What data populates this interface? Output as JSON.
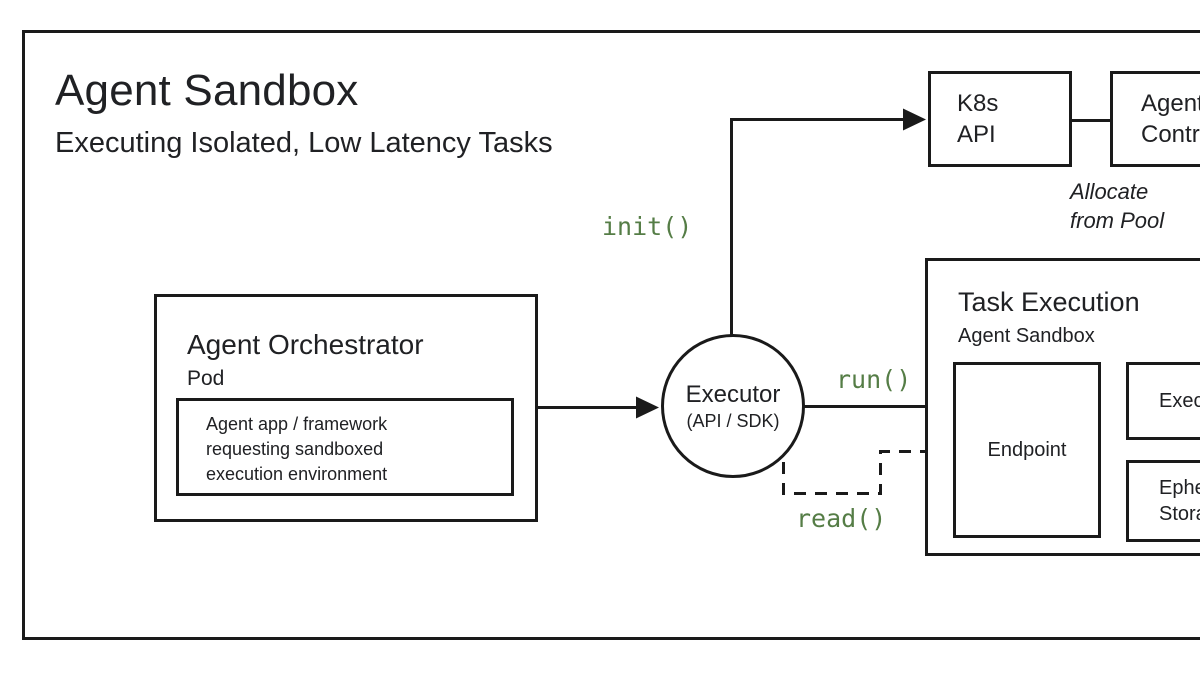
{
  "header": {
    "title": "Agent Sandbox",
    "subtitle": "Executing Isolated, Low Latency Tasks"
  },
  "colors": {
    "line": "#1a1a1a",
    "text": "#202124",
    "accent_green": "#557d46"
  },
  "orchestrator": {
    "title": "Agent Orchestrator",
    "subtitle": "Pod",
    "inner_lines": [
      "Agent app / framework",
      "requesting sandboxed",
      "execution environment"
    ]
  },
  "executor": {
    "title": "Executor",
    "subtitle": "(API / SDK)"
  },
  "k8s_api": {
    "lines": [
      "K8s",
      "API"
    ]
  },
  "agent_controller": {
    "lines": [
      "Agent",
      "Controller"
    ]
  },
  "allocate_note": {
    "lines": [
      "Allocate",
      "from Pool"
    ]
  },
  "method_labels": {
    "init": "init()",
    "run": "run()",
    "read": "read()"
  },
  "task_execution": {
    "title": "Task Execution",
    "subtitle": "Agent Sandbox",
    "endpoint_label": "Endpoint",
    "execution_label": "Execution",
    "ephemeral_lines": [
      "Ephemeral",
      "Storage"
    ]
  }
}
